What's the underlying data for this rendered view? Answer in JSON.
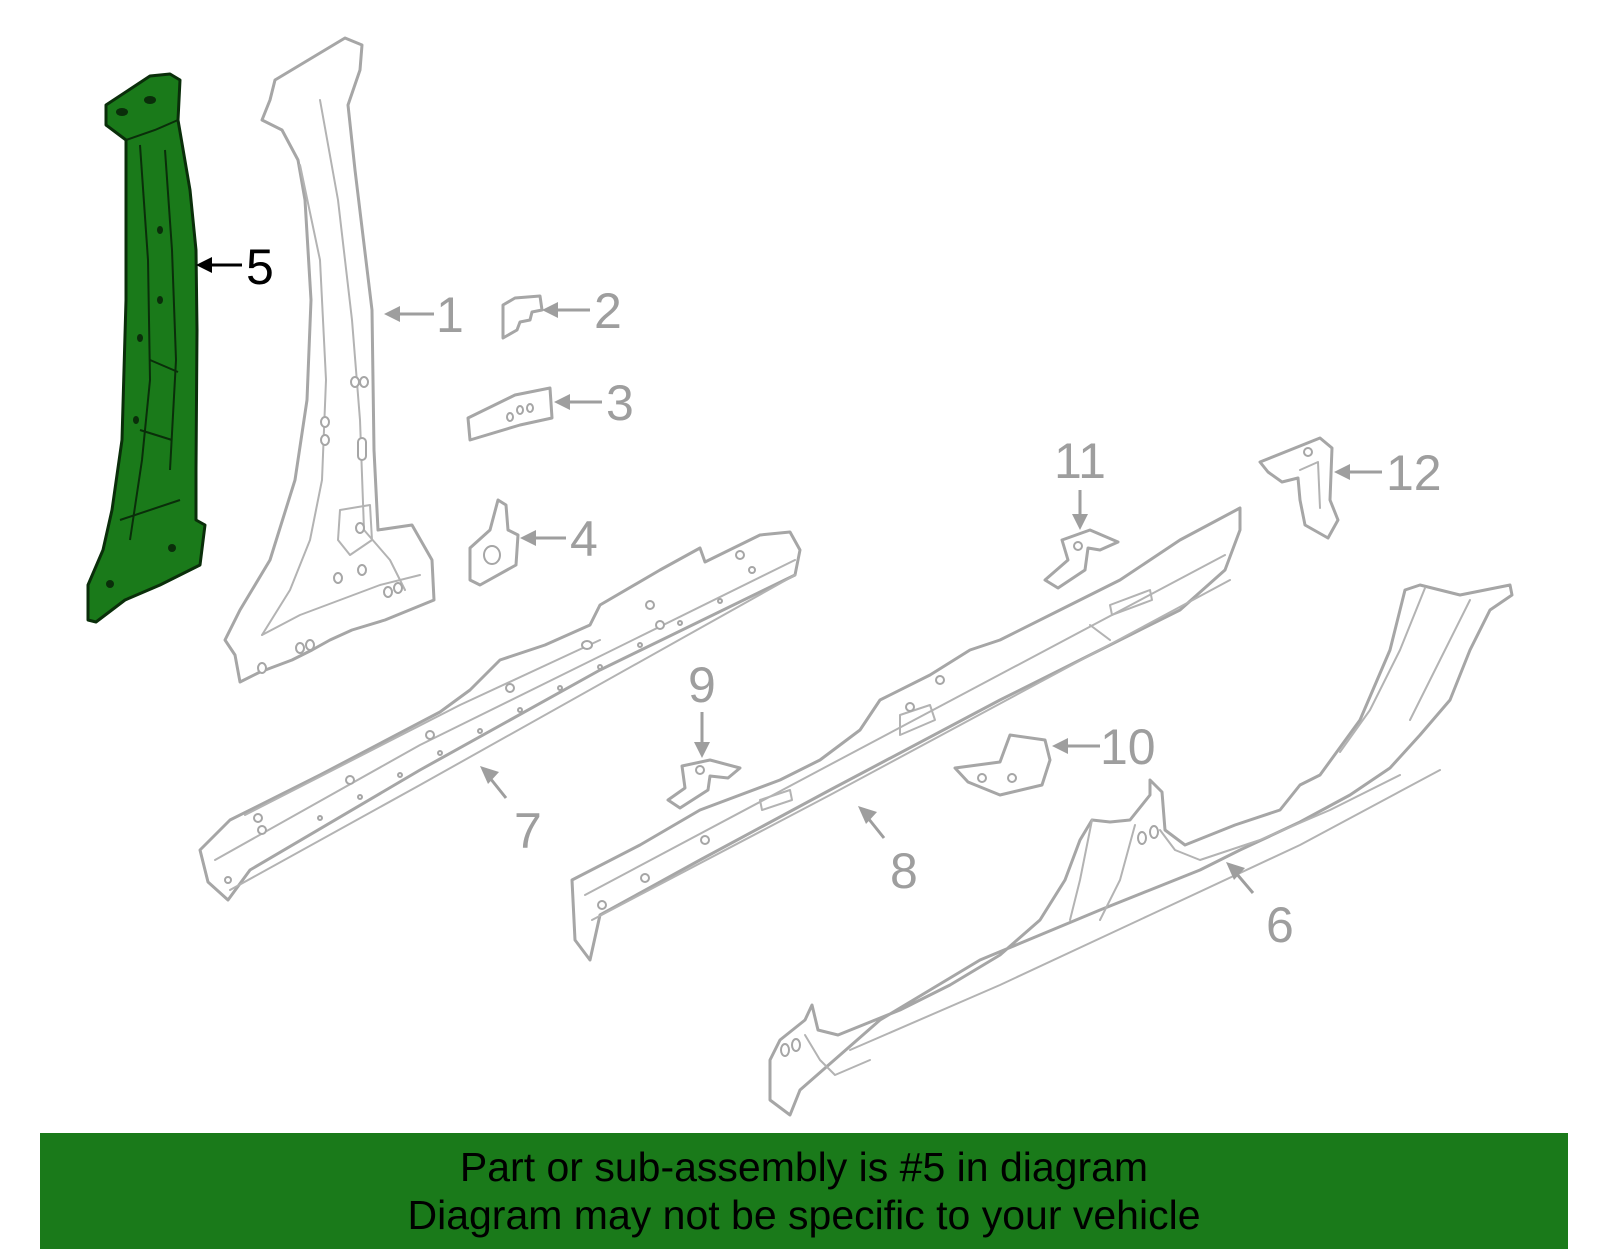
{
  "diagram": {
    "highlighted_part": "5",
    "highlight_color": "#1a7a1a",
    "part_outline_color": "#a6a6a6",
    "callouts": [
      {
        "id": "1",
        "label": "1"
      },
      {
        "id": "2",
        "label": "2"
      },
      {
        "id": "3",
        "label": "3"
      },
      {
        "id": "4",
        "label": "4"
      },
      {
        "id": "5",
        "label": "5"
      },
      {
        "id": "6",
        "label": "6"
      },
      {
        "id": "7",
        "label": "7"
      },
      {
        "id": "8",
        "label": "8"
      },
      {
        "id": "9",
        "label": "9"
      },
      {
        "id": "10",
        "label": "10"
      },
      {
        "id": "11",
        "label": "11"
      },
      {
        "id": "12",
        "label": "12"
      }
    ]
  },
  "banner": {
    "line1": "Part or sub-assembly is #5 in diagram",
    "line2": "Diagram may not be specific to your vehicle",
    "background": "#1a7a1a"
  }
}
